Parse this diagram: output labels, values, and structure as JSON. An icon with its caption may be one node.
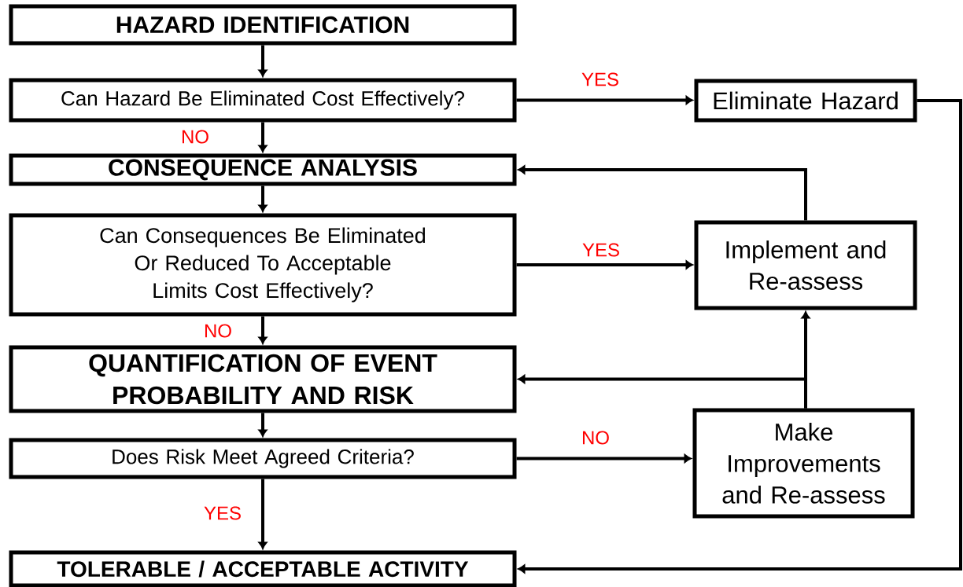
{
  "diagram": {
    "nodes": [
      {
        "text": [
          "HAZARD IDENTIFICATION"
        ]
      },
      {
        "text": [
          "Can Hazard Be Eliminated Cost Effectively?"
        ]
      },
      {
        "text": [
          "Eliminate Hazard"
        ]
      },
      {
        "text": [
          "CONSEQUENCE ANALYSIS"
        ]
      },
      {
        "text": [
          "Can Consequences Be Eliminated Or Reduced To Acceptable Limits Cost Effectively?"
        ]
      },
      {
        "text": [
          "Implement and Re-assess"
        ]
      },
      {
        "text": [
          "QUANTIFICATION OF EVENT PROBABILITY AND RISK"
        ]
      },
      {
        "text": [
          "Does Risk Meet Agreed Criteria?"
        ]
      },
      {
        "text": [
          "Make Improvements and Re-assess"
        ]
      },
      {
        "text": [
          "TOLERABLE / ACCEPTABLE ACTIVITY"
        ]
      }
    ],
    "edges": [
      {
        "from": 0,
        "to": 1,
        "arrow": "to"
      },
      {
        "from": 1,
        "to": 2,
        "arrow": "to",
        "label": "YES"
      },
      {
        "from": 1,
        "to": 3,
        "arrow": "to",
        "label": "NO"
      },
      {
        "from": 3,
        "to": 4,
        "arrow": "to"
      },
      {
        "from": 4,
        "to": 5,
        "arrow": "to",
        "label": "YES"
      },
      {
        "from": 4,
        "to": 6,
        "arrow": "to",
        "label": "NO"
      },
      {
        "from": 5,
        "to": 3,
        "arrow": "to"
      },
      {
        "from": 6,
        "to": 7,
        "arrow": "to"
      },
      {
        "from": 7,
        "to": 8,
        "arrow": "to",
        "label": "NO"
      },
      {
        "from": 8,
        "to": 5,
        "arrow": "to"
      },
      {
        "from": 8,
        "to": 6,
        "arrow": "to"
      },
      {
        "from": 7,
        "to": 9,
        "arrow": "to",
        "label": "YES"
      },
      {
        "from": 2,
        "to": 9,
        "arrow": "to"
      }
    ]
  }
}
